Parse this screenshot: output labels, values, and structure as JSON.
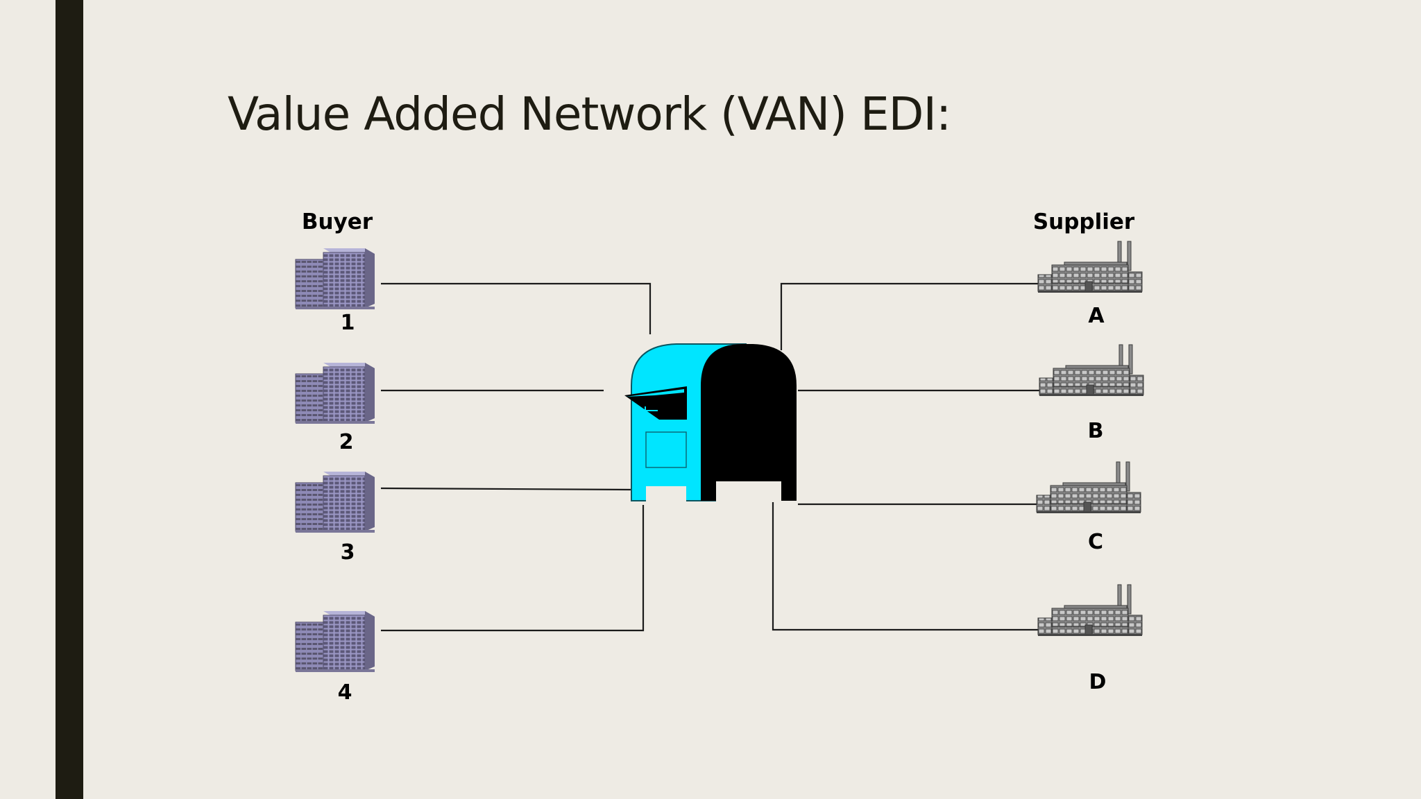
{
  "slide": {
    "title": "Value Added Network (VAN) EDI:"
  },
  "buyer": {
    "heading": "Buyer",
    "nodes": [
      {
        "label": "1"
      },
      {
        "label": "2"
      },
      {
        "label": "3"
      },
      {
        "label": "4"
      }
    ]
  },
  "supplier": {
    "heading": "Supplier",
    "nodes": [
      {
        "label": "A"
      },
      {
        "label": "B"
      },
      {
        "label": "C"
      },
      {
        "label": "D"
      }
    ]
  },
  "colors": {
    "background": "#EEEBE4",
    "accent_bar": "#1E1C12",
    "mailbox_body": "#00E5FF",
    "mailbox_side": "#000000",
    "building": "#8E8AB6",
    "factory": "#8A8A8A"
  },
  "icons": {
    "hub": "mailbox-icon",
    "buyer": "office-building-icon",
    "supplier": "factory-icon"
  }
}
